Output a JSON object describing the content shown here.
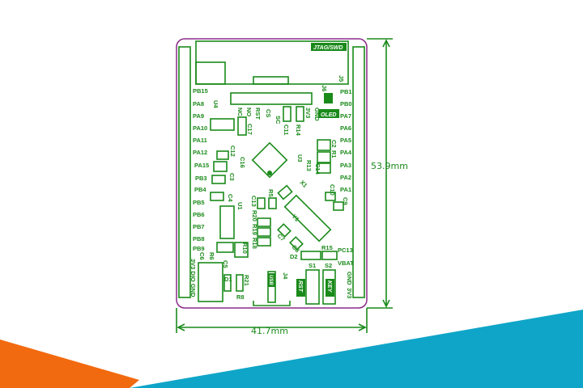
{
  "colors": {
    "trace": "#1a8a1a",
    "outline": "#8a2a8a",
    "orange": "#f26a0f",
    "blue": "#0fa5c8"
  },
  "dimensions": {
    "height": "53.9mm",
    "width": "41.7mm"
  },
  "header_labels": {
    "jtag": "JTAG/SWD",
    "oled": "OLED",
    "usb": "USB",
    "rst": "RST",
    "key": "KEY"
  },
  "left_pins": [
    "PB15",
    "PA8",
    "PA9",
    "PA10",
    "PA11",
    "PA12",
    "PA15",
    "PB3",
    "PB4",
    "PB5",
    "PB6",
    "PB7",
    "PB8",
    "PB9"
  ],
  "right_pins": [
    "PB1",
    "PB0",
    "PA7",
    "PA6",
    "PA5",
    "PA4",
    "PA3",
    "PA2",
    "PA1",
    "PC13",
    "VBAT",
    "GND",
    "3V3"
  ],
  "bottom_left_pins": "3V3 DIO GND",
  "oled_pins": [
    "NC",
    "NO",
    "RST",
    "CS",
    "SC",
    "3V3",
    "GND"
  ],
  "components": [
    "J5",
    "J6",
    "U4",
    "C11",
    "R14",
    "C17",
    "C2",
    "R1",
    "U3",
    "R13",
    "C14",
    "C12",
    "C16",
    "C3",
    "C4",
    "U1",
    "C13",
    "R5",
    "R20",
    "R19",
    "R18",
    "R10",
    "X1",
    "C10",
    "C9",
    "Y1",
    "C7",
    "C8",
    "D2",
    "R15",
    "S1",
    "S2",
    "C6",
    "R6",
    "C5",
    "D1",
    "R21",
    "R8",
    "J4"
  ]
}
